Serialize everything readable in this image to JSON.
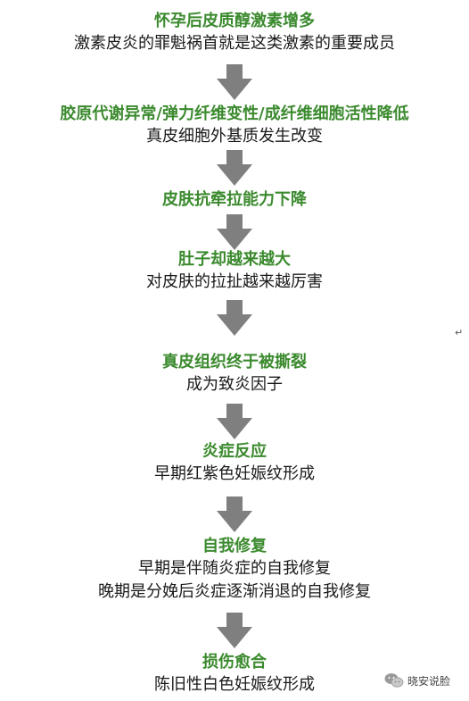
{
  "steps": [
    {
      "title": "怀孕后皮质醇激素增多",
      "desc": [
        "激素皮炎的罪魁祸首就是这类激素的重要成员"
      ]
    },
    {
      "title": "胶原代谢异常/弹力纤维变性/成纤维细胞活性降低",
      "desc": [
        "真皮细胞外基质发生改变"
      ]
    },
    {
      "title": "皮肤抗牵拉能力下降",
      "desc": []
    },
    {
      "title": "肚子却越来越大",
      "desc": [
        "对皮肤的拉扯越来越厉害"
      ]
    },
    {
      "title": "真皮组织终于被撕裂",
      "desc": [
        "成为致炎因子"
      ]
    },
    {
      "title": "炎症反应",
      "desc": [
        "早期红紫色妊娠纹形成"
      ]
    },
    {
      "title": "自我修复",
      "desc": [
        "早期是伴随炎症的自我修复",
        "晚期是分娩后炎症逐渐消退的自我修复"
      ]
    },
    {
      "title": "损伤愈合",
      "desc": [
        "陈旧性白色妊娠纹形成"
      ]
    }
  ],
  "watermark": {
    "text": "晓安说脸",
    "icon": "wechat-logo-icon"
  },
  "colors": {
    "title": "#3b8a2e",
    "text": "#1a1a1a",
    "arrow": "#7f7f7f"
  }
}
